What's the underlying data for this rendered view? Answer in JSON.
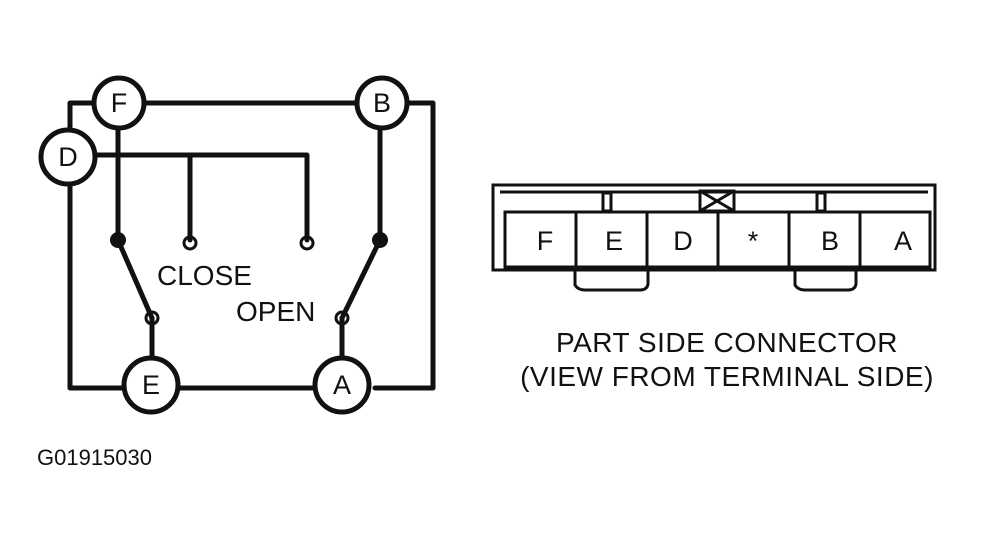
{
  "schematic": {
    "terminals": {
      "F": "F",
      "B": "B",
      "D": "D",
      "E": "E",
      "A": "A"
    },
    "switch_labels": {
      "close": "CLOSE",
      "open": "OPEN"
    }
  },
  "connector": {
    "pins": [
      "F",
      "E",
      "D",
      "*",
      "B",
      "A"
    ],
    "caption_line1": "PART SIDE CONNECTOR",
    "caption_line2": "(VIEW FROM TERMINAL SIDE)"
  },
  "figure_code": "G01915030"
}
